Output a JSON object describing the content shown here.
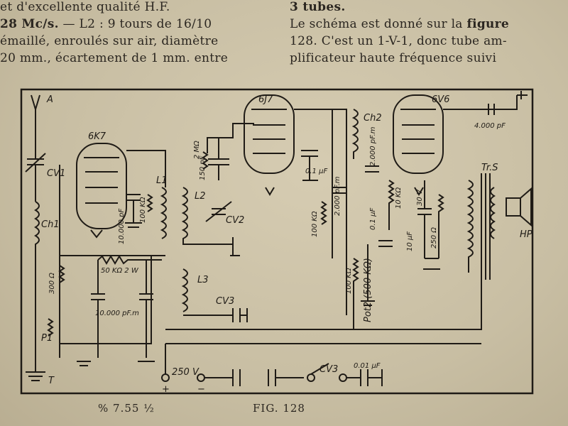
{
  "text_left": {
    "line1": "et d'excellente qualité H.F.",
    "line2_lead": "28 Mc/s.",
    "line2_rest": " — L2 : 9 tours de 16/10",
    "line3": "émaillé, enroulés sur air, diamètre",
    "line4": "20 mm., écartement de 1 mm. entre"
  },
  "text_right": {
    "line1": "3 tubes.",
    "line2_lead": "Le schéma est donné sur la ",
    "line2_bold": "figure",
    "line3": "128. C'est un 1-V-1, donc tube am-",
    "line4": "plificateur haute fréquence suivi"
  },
  "schematic": {
    "tube1": "6K7",
    "tube2": "6J7",
    "tube3": "6V6",
    "antenna": "A",
    "ground": "T",
    "cv1": "CV1",
    "cv2": "CV2",
    "cv3": "CV3",
    "ch1": "Ch1",
    "ch2": "Ch2",
    "l1": "L1",
    "l2": "L2",
    "l3": "L3",
    "p1": "P1",
    "pot2": "Pot2 (500 KΩ)",
    "c_10000_a": "10.000 pF",
    "c_10000_b": "10.000 pF.m",
    "c_150": "150 pF",
    "c_01": "0.1 µF",
    "c_2000_a": "2.000 pF.m",
    "c_2000_b": "2.000 pF.m",
    "c_4000": "4.000 pF",
    "c_001": "0.01 µF",
    "c_01b": "0.1 µF",
    "c_10": "10 µF",
    "v_30": "30 V",
    "r_250": "250 Ω",
    "r_100k_a": "100 KΩ",
    "r_100k_b": "100 KΩ",
    "r_100k_c": "100 KΩ",
    "r_10k": "10 KΩ",
    "r_2m": "2 MΩ",
    "r_50k": "50 KΩ  2 W",
    "r_300": "300 Ω",
    "trs": "Tr.S",
    "hp": "HP",
    "supply": "250 V",
    "plus": "+",
    "minus": "−",
    "switch": "CV3"
  },
  "caption": {
    "left": "% 7.55 ½",
    "fig": "FIG. 128"
  }
}
